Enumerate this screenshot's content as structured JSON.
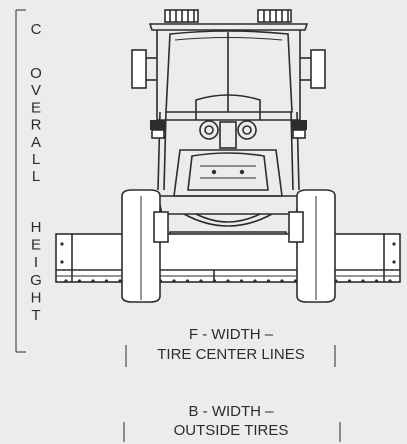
{
  "overall_height": {
    "letter": "C",
    "word1": [
      "O",
      "V",
      "E",
      "R",
      "A",
      "L",
      "L"
    ],
    "word2": [
      "H",
      "E",
      "I",
      "G",
      "H",
      "T"
    ]
  },
  "width_f": {
    "line1": "F - WIDTH –",
    "line2": "TIRE CENTER LINES"
  },
  "width_b": {
    "line1": "B - WIDTH –",
    "line2": "OUTSIDE TIRES"
  },
  "colors": {
    "background": "#ececec",
    "ink": "#2d2d2d",
    "fill": "#ffffff"
  }
}
